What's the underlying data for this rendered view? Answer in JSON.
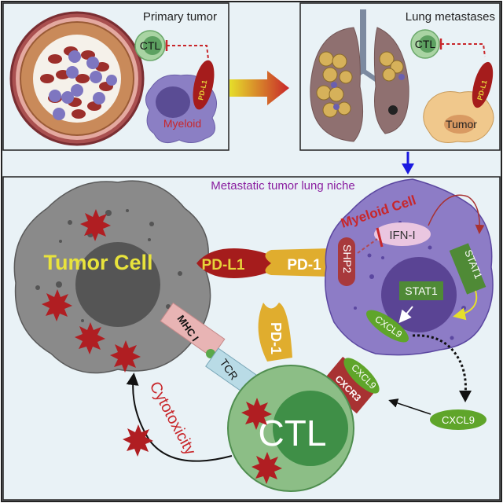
{
  "panels": {
    "primary": {
      "title": "Primary tumor",
      "ctl": "CTL",
      "pdl1": "PD-L1",
      "myeloid": "Myeloid"
    },
    "lung": {
      "title": "Lung metastases",
      "ctl": "CTL",
      "pdl1": "PD-L1",
      "tumor": "Tumor"
    },
    "niche": {
      "title": "Metastatic tumor lung niche",
      "tumor_cell": "Tumor Cell",
      "pdl1": "PD-L1",
      "pd1": "PD-1",
      "pd1_ctl": "PD-1",
      "myeloid_cell": "Myeloid Cell",
      "shp2": "SHP2",
      "ifn": "IFN-I",
      "stat1_membrane": "STAT1",
      "stat1_nucleus": "STAT1",
      "cxcl9_inner": "CXCL9",
      "cxcl9_free": "CXCL9",
      "cxcl9_bound": "CXCL9",
      "cxcr3": "CXCR3",
      "mhc": "MHC I",
      "tcr": "TCR",
      "ctl": "CTL",
      "cytotoxicity": "Cytotoxicity"
    }
  },
  "colors": {
    "panel_bg": "#e9f2f6",
    "border": "#2a2a2a",
    "ctl_outer": "#8fbf8a",
    "ctl_inner": "#3f8f47",
    "pdl1": "#a51c1c",
    "pd1": "#e0ad2e",
    "myeloid": "#8c7cc6",
    "myeloid_nucleus": "#5a4494",
    "tumor": "#8a8a8a",
    "tumor_nucleus": "#555555",
    "stat1": "#4f8a36",
    "cxcl9": "#5fa52a",
    "granule": "#b01e22",
    "niche_title": "#8a1fa0",
    "arrow_blue": "#1a1ae0"
  }
}
